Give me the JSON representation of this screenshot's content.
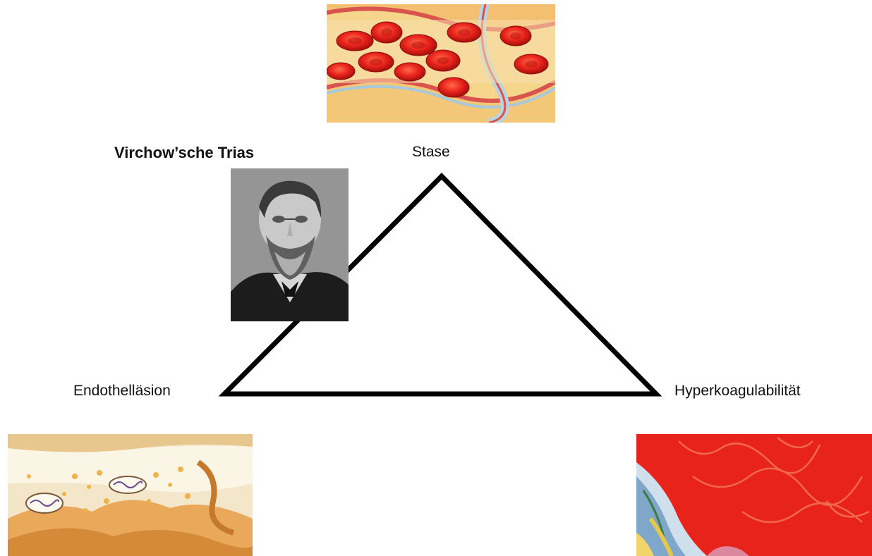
{
  "title": "Virchow’sche Trias",
  "vertices": {
    "top": "Stase",
    "left": "Endothelläsion",
    "right": "Hyperkoagulabilität"
  },
  "colors": {
    "blood_red": "#e8231c",
    "tissue_yellow": "#f6d68a",
    "portrait_gray": "#8a8a8a",
    "line": "#000000"
  },
  "images": {
    "top": "stasis-illustration",
    "portrait": "virchow-portrait",
    "left": "endothelial-lesion-illustration",
    "right": "hypercoagulability-illustration"
  }
}
